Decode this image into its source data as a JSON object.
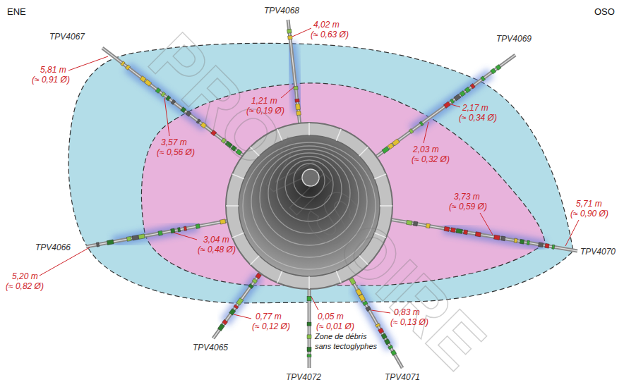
{
  "diagram": {
    "labels": [
      "ENE",
      "OSO",
      "TPV4067",
      "TPV4068",
      "TPV4069",
      "TPV4066",
      "TPV4070",
      "TPV4065",
      "TPV4072",
      "TPV4071",
      "5,81 m",
      "(≈ 0,91 Ø)",
      "4,02 m",
      "(≈ 0,63 Ø)",
      "1,21 m",
      "(≈ 0,19 Ø)",
      "3,57 m",
      "(≈ 0,56 Ø)",
      "2,17 m",
      "(≈ 0,34 Ø)",
      "2,03 m",
      "(≈ 0,32 Ø)",
      "3,73 m",
      "(≈ 0,59 Ø)",
      "5,71 m",
      "(≈ 0,90 Ø)",
      "3,04 m",
      "(≈ 0,48 Ø)",
      "5,20 m",
      "(≈ 0,82 Ø)",
      "0,77 m",
      "(≈ 0,12 Ø)",
      "0,05 m",
      "(≈ 0,01 Ø)",
      "Zone de débris sans tectoglyphes",
      "0,83 m",
      "(≈ 0,13 Ø)",
      "PROVISOIRE"
    ]
  }
}
